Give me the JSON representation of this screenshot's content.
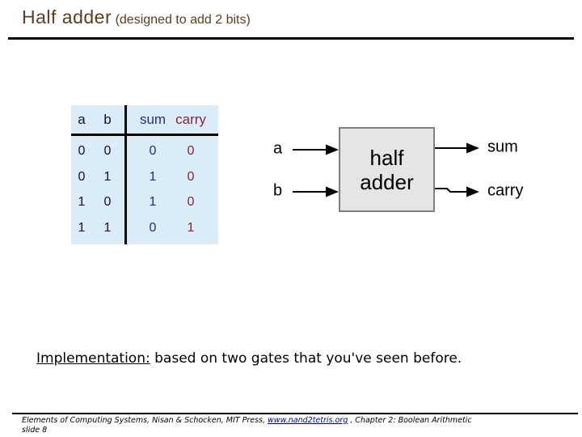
{
  "slide": {
    "title": "Half adder",
    "subtitle": "(designed to add 2 bits)",
    "title_color": "#5e3d1c"
  },
  "truth_table": {
    "bg_color": "#d9ecf8",
    "sum_color": "#1f3280",
    "carry_color": "#8b2332",
    "headers": {
      "a": "a",
      "b": "b",
      "sum": "sum",
      "carry": "carry"
    },
    "rows": [
      {
        "a": "0",
        "b": "0",
        "sum": "0",
        "carry": "0"
      },
      {
        "a": "0",
        "b": "1",
        "sum": "1",
        "carry": "0"
      },
      {
        "a": "1",
        "b": "0",
        "sum": "1",
        "carry": "0"
      },
      {
        "a": "1",
        "b": "1",
        "sum": "0",
        "carry": "1"
      }
    ]
  },
  "diagram": {
    "box_fill": "#e5e5e5",
    "box_border": "#7f7f7f",
    "box_label_line1": "half",
    "box_label_line2": "adder",
    "input_a": "a",
    "input_b": "b",
    "output_sum": "sum",
    "output_carry": "carry"
  },
  "implementation": {
    "label": "Implementation:",
    "text": " based on two gates that you've seen before."
  },
  "footer": {
    "before_link": "Elements of Computing Systems, Nisan & Schocken, MIT Press, ",
    "link": "www.nand2tetris.org",
    "after_link": " , Chapter 2: Boolean Arithmetic",
    "line2": "slide 8",
    "link_color": "#00008b"
  }
}
